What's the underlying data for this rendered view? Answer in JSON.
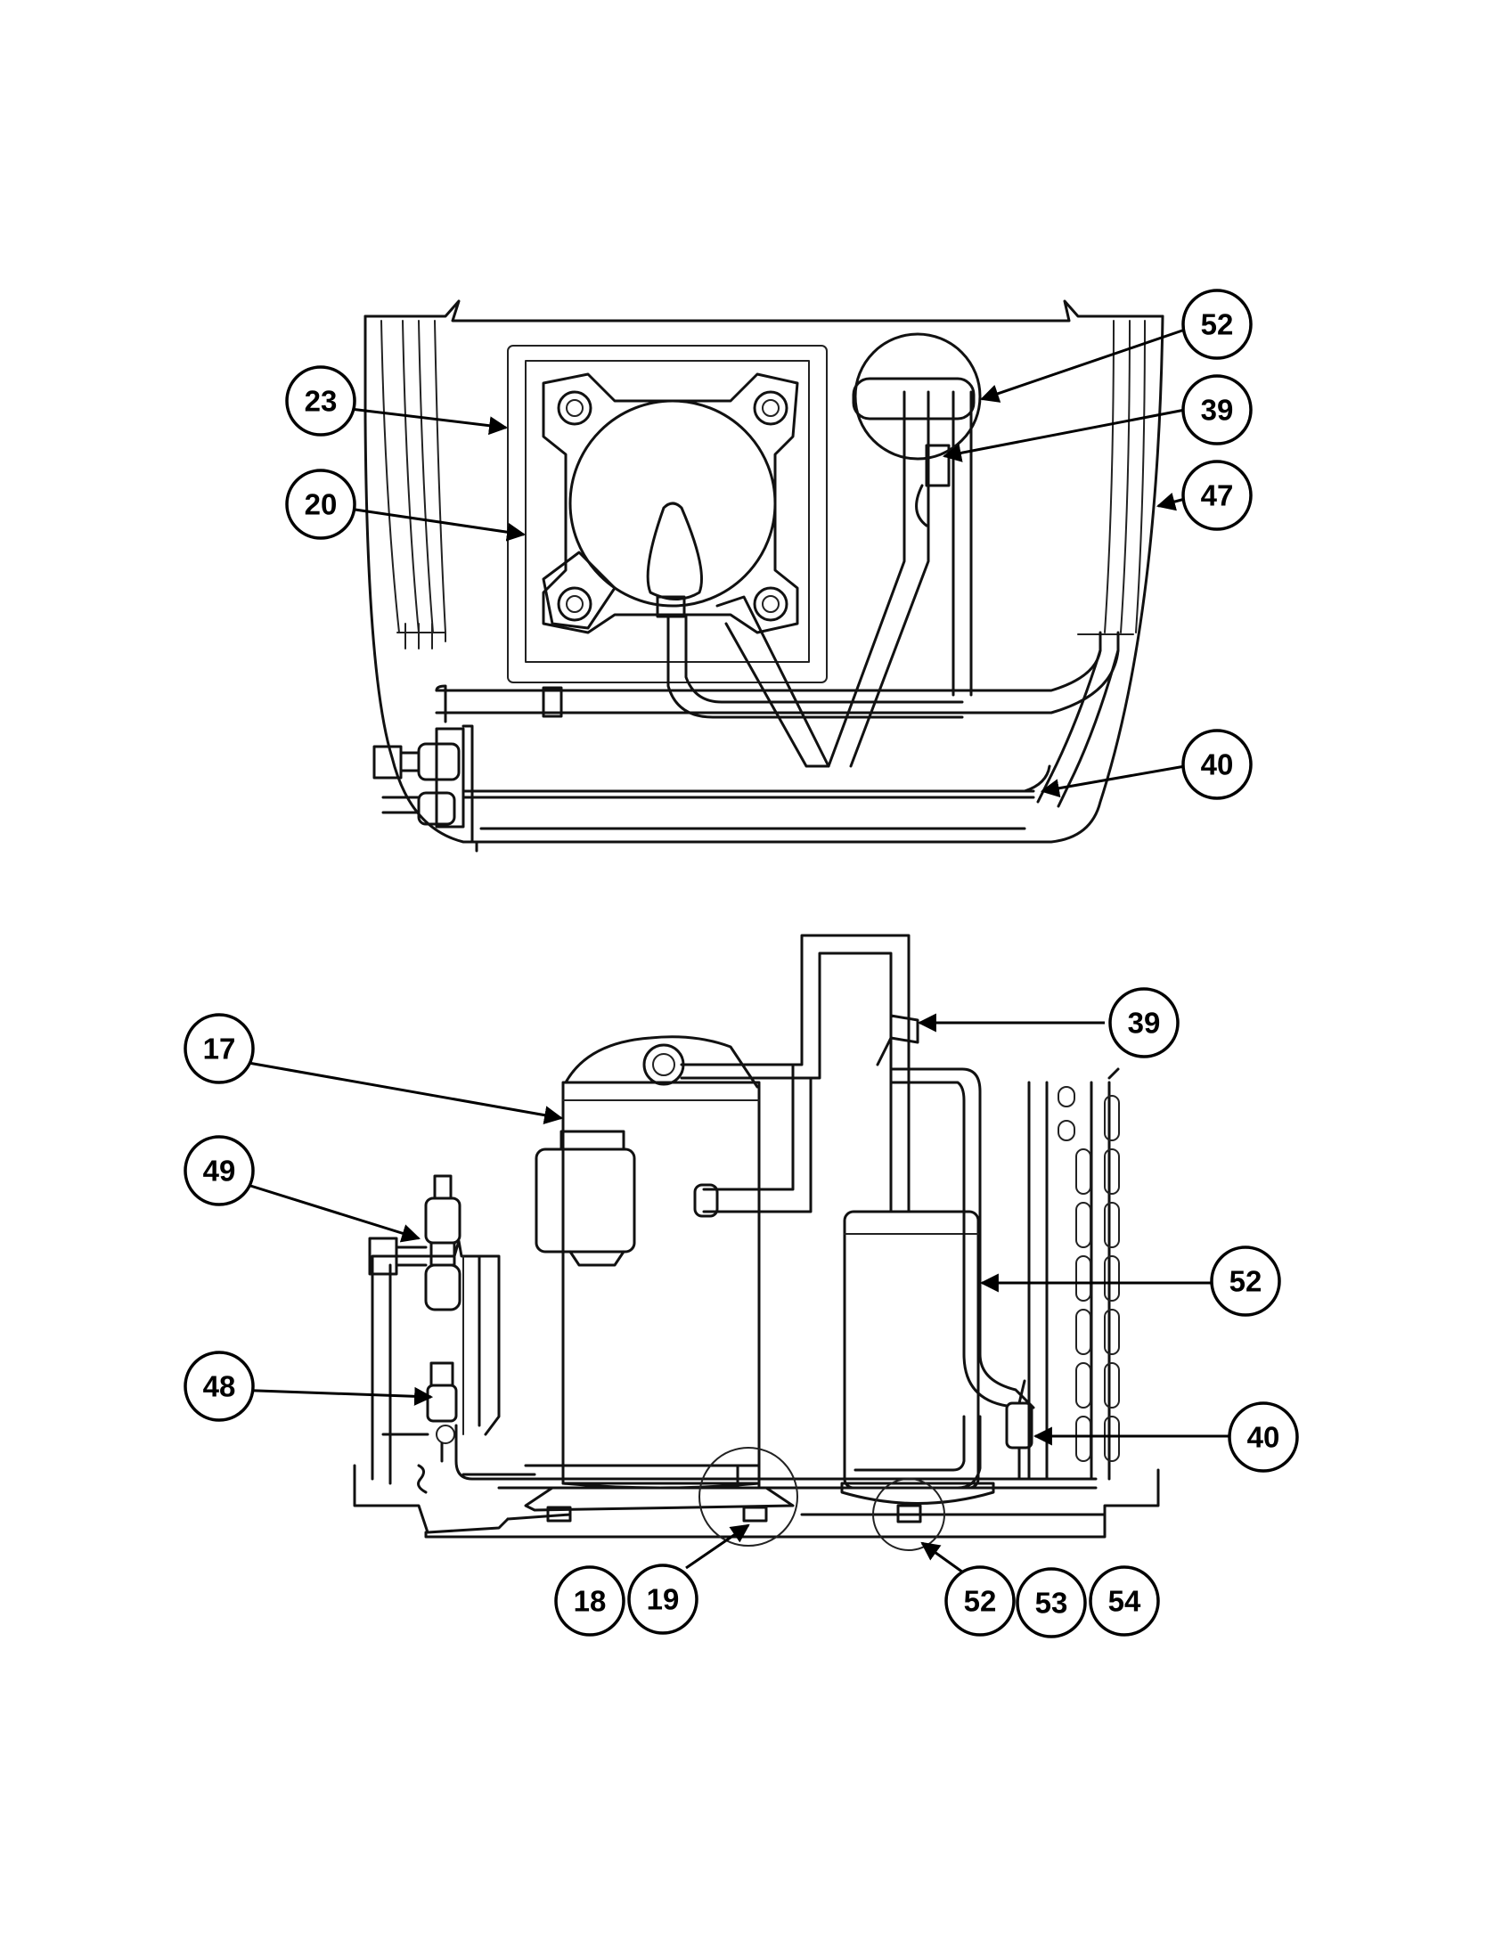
{
  "top_view": {
    "callouts": [
      "23",
      "20",
      "52",
      "39",
      "47",
      "40"
    ]
  },
  "front_view": {
    "callouts": [
      "17",
      "49",
      "48",
      "39",
      "52",
      "40",
      "18",
      "19",
      "52",
      "53",
      "54"
    ]
  }
}
